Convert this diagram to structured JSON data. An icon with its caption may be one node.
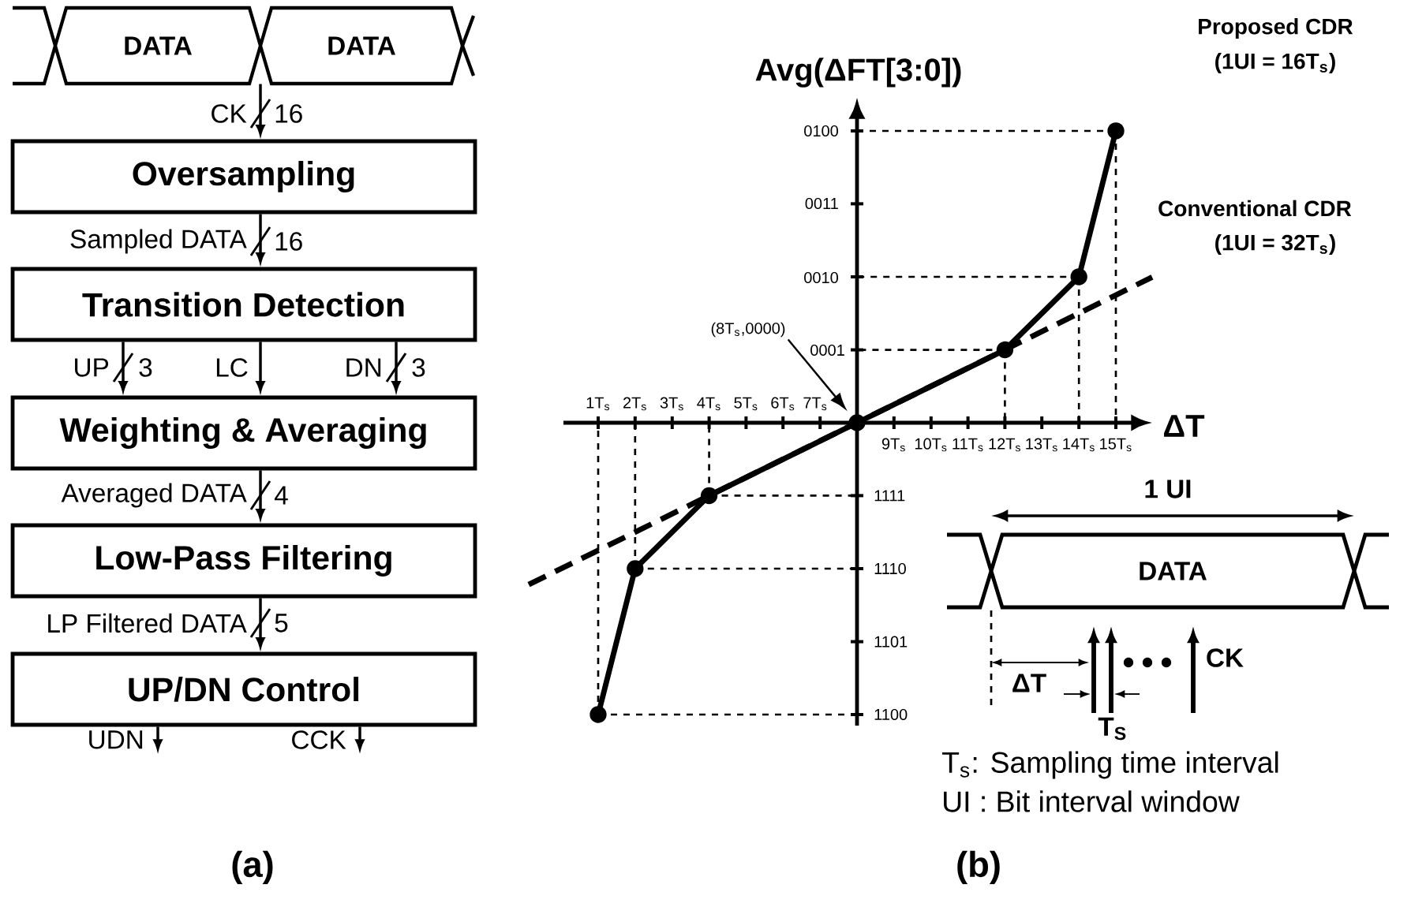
{
  "diagram": {
    "nodes": [
      {
        "text": [
          "DATA"
        ]
      },
      {
        "text": [
          "DATA"
        ]
      },
      {
        "text": [
          "Oversampling"
        ]
      },
      {
        "text": [
          "Transition Detection"
        ]
      },
      {
        "text": [
          "Weighting & Averaging"
        ]
      },
      {
        "text": [
          "Low-Pass Filtering"
        ]
      },
      {
        "text": [
          "UP/DN Control"
        ]
      },
      {
        "text": [
          "(8T$_{s}$,0000)"
        ]
      },
      {
        "text": [],
        "shape": "circle"
      },
      {
        "text": [
          "DATA"
        ]
      },
      {
        "text": [],
        "shape": "circle"
      },
      {
        "text": [],
        "shape": "circle"
      },
      {
        "text": [],
        "shape": "circle"
      },
      {
        "text": [],
        "shape": "circle"
      },
      {
        "text": [],
        "shape": "circle"
      },
      {
        "text": [],
        "shape": "circle"
      }
    ],
    "edges": [
      {
        "from": 1,
        "to": 2,
        "arrow": "to",
        "label": "CK"
      },
      {
        "from": 2,
        "to": 3,
        "arrow": "to",
        "label": "Sampled DATA"
      },
      {
        "from": 3,
        "to": 4,
        "arrow": "to",
        "label": "UP"
      },
      {
        "from": 3,
        "to": 4,
        "arrow": "to",
        "label": "LC"
      },
      {
        "from": 3,
        "to": 4,
        "arrow": "to",
        "label": "DN"
      },
      {
        "from": 4,
        "to": 5,
        "arrow": "to",
        "label": "Averaged DATA"
      },
      {
        "from": 5,
        "to": 6,
        "arrow": "to",
        "label": "LP Filtered DATA"
      },
      {
        "from": 6,
        "to": null,
        "arrow": "to",
        "label": "UDN"
      },
      {
        "from": 6,
        "to": null,
        "arrow": "to",
        "label": "CCK"
      },
      {
        "from": 7,
        "to": 8,
        "arrow": "to"
      }
    ],
    "labels": [
      "16",
      "16",
      "3",
      "3",
      "4",
      "5",
      "Avg(ΔFT[3:0])",
      "Proposed CDR",
      "(1UI = 16T$_{s}$)",
      "0100",
      "0011",
      "Conventional CDR",
      "(1UI = 32T$_{s}$)",
      "0010",
      "0001",
      "1T$_{s}$",
      "2T$_{s}$",
      "3T$_{s}$",
      "4T$_{s}$",
      "5T$_{s}$",
      "6T$_{s}$",
      "7T$_{s}$",
      "ΔT",
      "9T$_{s}$",
      "10T$_{s}$",
      "11T$_{s}$",
      "12T$_{s}$",
      "13T$_{s}$",
      "14T$_{s}$",
      "15T$_{s}$",
      "1111",
      "1 UI",
      "1110",
      "1101",
      "CK",
      "ΔT",
      "1100",
      "T$_{S}$",
      "T$_{s}$: Sampling time interval",
      "UI : Bit interval window",
      "(a)",
      "(b)"
    ]
  }
}
